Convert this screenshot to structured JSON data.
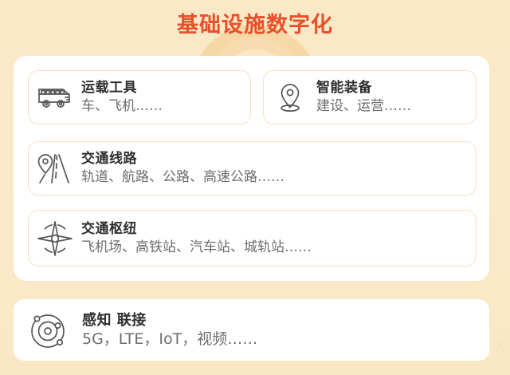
{
  "page": {
    "title": "基础设施数字化",
    "title_color": "#e8502b",
    "background_color": "#fbe9c8",
    "panel_color": "#ffffff",
    "card_border_color": "#f6e0c2"
  },
  "cards": [
    {
      "id": "vehicles",
      "icon": "bus-icon",
      "title": "运载工具",
      "subtitle": "车、飞机……"
    },
    {
      "id": "equipment",
      "icon": "map-pin-icon",
      "title": "智能装备",
      "subtitle": "建设、运营……"
    },
    {
      "id": "routes",
      "icon": "road-pin-icon",
      "title": "交通线路",
      "subtitle": "轨道、航路、公路、高速公路……"
    },
    {
      "id": "hubs",
      "icon": "compass-rose-icon",
      "title": "交通枢纽",
      "subtitle": "飞机场、高铁站、汽车站、城轨站……"
    },
    {
      "id": "sensing",
      "icon": "atom-orbit-icon",
      "title": "感知  联接",
      "subtitle": "5G，LTE，IoT，视频……"
    }
  ]
}
